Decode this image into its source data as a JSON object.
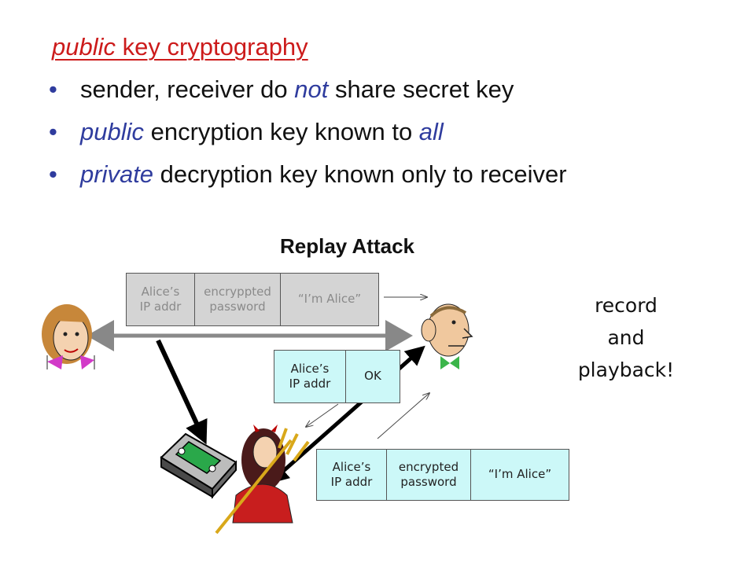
{
  "heading": {
    "italic": "public",
    "rest": " key cryptography"
  },
  "bullets": [
    {
      "dot": "•",
      "pre": "sender, receiver do ",
      "em": "not",
      "post": " share secret key"
    },
    {
      "dot": "•",
      "em": "public",
      "mid": " encryption key  known to ",
      "em2": "all"
    },
    {
      "dot": "•",
      "em": "private",
      "post": " decryption key known only to receiver"
    }
  ],
  "diagram": {
    "title": "Replay Attack",
    "top_packet": {
      "ip": [
        "Alice’s",
        "IP addr"
      ],
      "pw": [
        "encryppted",
        "password"
      ],
      "msg": "“I’m Alice”"
    },
    "ok_packet": {
      "ip": [
        "Alice’s",
        "IP addr"
      ],
      "ok": "OK"
    },
    "replay_packet": {
      "ip": [
        "Alice’s",
        "IP addr"
      ],
      "pw": [
        "encrypted",
        "password"
      ],
      "msg": "“I’m Alice”"
    },
    "side_note": [
      "record",
      "and",
      "playback!"
    ]
  },
  "colors": {
    "heading": "#cc1b1b",
    "emphasis": "#2f3c9e",
    "packet_gray": "#d4d4d4",
    "packet_cyan": "#ccf8f8"
  },
  "icons": [
    "alice-icon",
    "bob-icon",
    "trudy-icon",
    "recorder-icon"
  ]
}
